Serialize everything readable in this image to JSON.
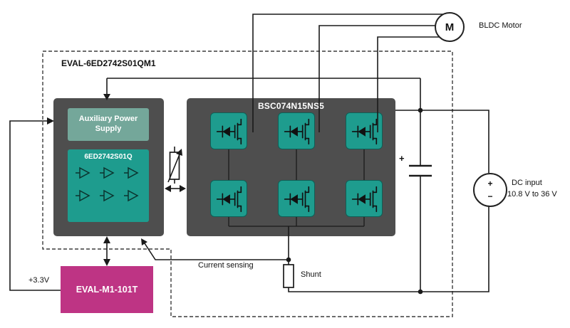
{
  "colors": {
    "dark": "#4e4e4e",
    "teal": "#1e9c8e",
    "aux": "#74a79a",
    "pink": "#be3484",
    "wire": "#1a1a1a"
  },
  "board": {
    "label": "EVAL-6ED2742S01QM1"
  },
  "driver": {
    "aux_label": "Auxiliary Power Supply",
    "chip_label": "6ED2742S01Q"
  },
  "bridge": {
    "label": "BSC074N15NS5"
  },
  "motor": {
    "symbol": "M",
    "label": "BLDC Motor"
  },
  "dc": {
    "title": "DC input",
    "range": "10.8 V to 36 V",
    "plus": "+",
    "minus": "−"
  },
  "capacitor": {
    "plus": "+"
  },
  "control": {
    "rail": "+3.3V",
    "label": "EVAL-M1-101T"
  },
  "annotations": {
    "current_sensing": "Current sensing",
    "shunt": "Shunt"
  }
}
